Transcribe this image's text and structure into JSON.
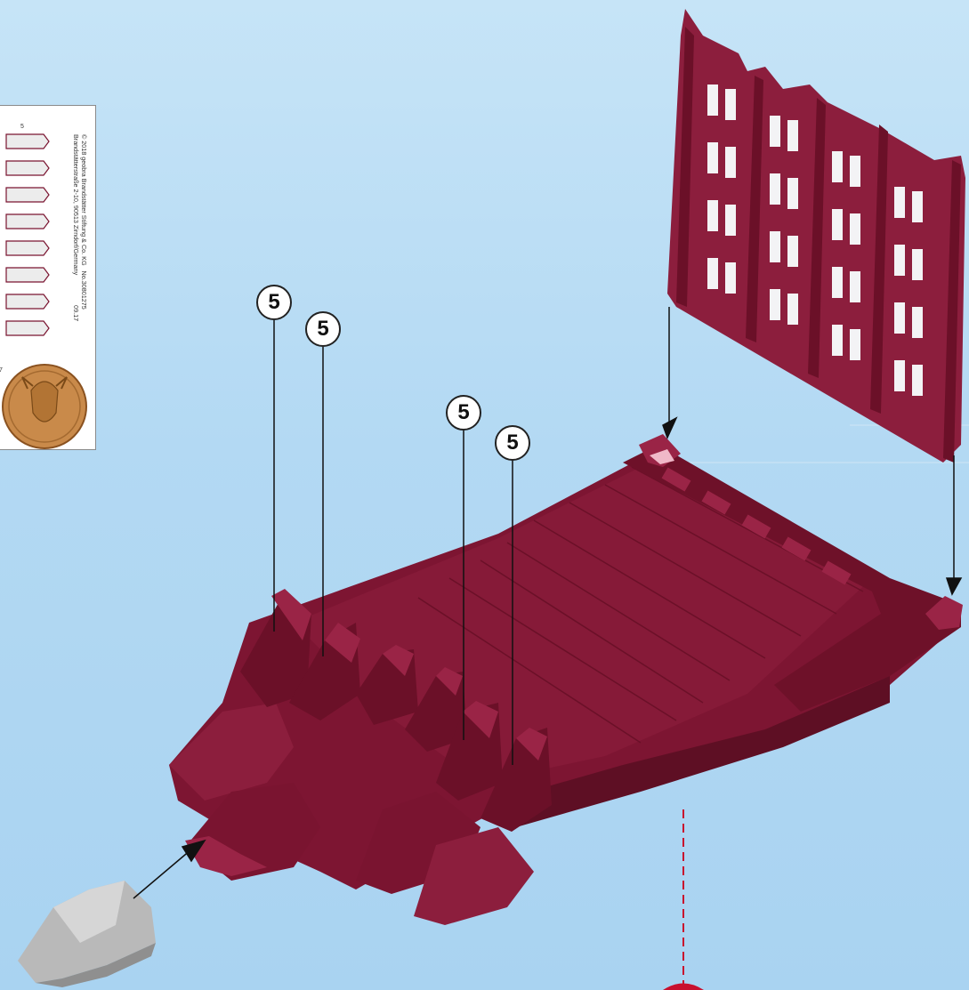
{
  "callouts": {
    "c1": "5",
    "c2": "5",
    "c3": "5",
    "c4": "5"
  },
  "sticker_sheet": {
    "number_top": "5",
    "number_bottom": "7",
    "copyright_line1": "© 2018 geobra Brandstätter Stiftung & Co. KG   No.30801275",
    "copyright_line2": "Brandstätterstraße 2-10, 90513 Zirndorf/Germany                 09.17"
  },
  "colors": {
    "background": "#b6dbf4",
    "part_base": "#7a1430",
    "part_dark": "#5e0f24",
    "part_light": "#9a2446",
    "grey_part": "#b9b9b9",
    "coin": "#c98a4a",
    "guide_line": "#c8102e"
  }
}
